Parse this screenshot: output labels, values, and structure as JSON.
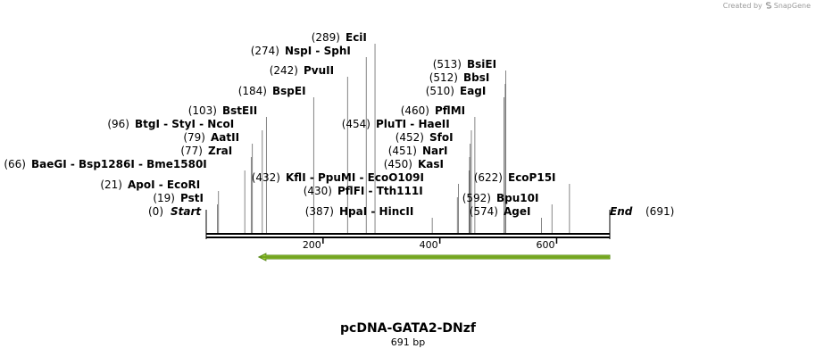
{
  "branding": {
    "created_by": "Created by",
    "product": "SnapGene"
  },
  "sequence": {
    "name": "pcDNA-GATA2-DNzf",
    "length_label": "691 bp",
    "length": 691
  },
  "ends": {
    "start_label": "Start",
    "start_pos": "(0)",
    "end_label": "End",
    "end_pos": "(691)"
  },
  "ruler": {
    "ticks": [
      200,
      400,
      600
    ]
  },
  "feature": {
    "start": 90,
    "end": 691,
    "direction": "reverse",
    "color": "#9acd32"
  },
  "sites": [
    {
      "pos": 19,
      "names": [
        "PstI"
      ]
    },
    {
      "pos": 21,
      "names": [
        "ApoI",
        "EcoRI"
      ]
    },
    {
      "pos": 66,
      "names": [
        "BaeGI",
        "Bsp1286I",
        "Bme1580I"
      ]
    },
    {
      "pos": 77,
      "names": [
        "ZraI"
      ]
    },
    {
      "pos": 79,
      "names": [
        "AatII"
      ]
    },
    {
      "pos": 96,
      "names": [
        "BtgI",
        "StyI",
        "NcoI"
      ]
    },
    {
      "pos": 103,
      "names": [
        "BstEII"
      ]
    },
    {
      "pos": 184,
      "names": [
        "BspEI"
      ]
    },
    {
      "pos": 242,
      "names": [
        "PvuII"
      ]
    },
    {
      "pos": 274,
      "names": [
        "NspI",
        "SphI"
      ]
    },
    {
      "pos": 289,
      "names": [
        "EciI"
      ]
    },
    {
      "pos": 387,
      "names": [
        "HpaI",
        "HincII"
      ]
    },
    {
      "pos": 430,
      "names": [
        "PflFI",
        "Tth111I"
      ]
    },
    {
      "pos": 432,
      "names": [
        "KflI",
        "PpuMI",
        "EcoO109I"
      ]
    },
    {
      "pos": 450,
      "names": [
        "KasI"
      ]
    },
    {
      "pos": 451,
      "names": [
        "NarI"
      ]
    },
    {
      "pos": 452,
      "names": [
        "SfoI"
      ]
    },
    {
      "pos": 454,
      "names": [
        "PluTI",
        "HaeII"
      ]
    },
    {
      "pos": 460,
      "names": [
        "PflMI"
      ]
    },
    {
      "pos": 510,
      "names": [
        "EagI"
      ]
    },
    {
      "pos": 512,
      "names": [
        "BbsI"
      ]
    },
    {
      "pos": 513,
      "names": [
        "BsiEI"
      ]
    },
    {
      "pos": 574,
      "names": [
        "AgeI"
      ]
    },
    {
      "pos": 592,
      "names": [
        "Bpu10I"
      ]
    },
    {
      "pos": 622,
      "names": [
        "EcoP15I"
      ]
    }
  ]
}
